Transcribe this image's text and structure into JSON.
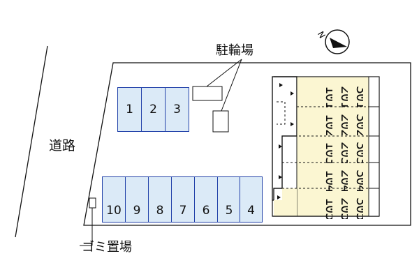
{
  "labels": {
    "road": "道路",
    "bicycle_parking": "駐輪場",
    "garbage_area": "ゴミ置場"
  },
  "parking": {
    "top_row": [
      "1",
      "2",
      "3"
    ],
    "bottom_row": [
      "10",
      "9",
      "8",
      "7",
      "6",
      "5",
      "4"
    ]
  },
  "building": {
    "columns": [
      [
        "301",
        "302",
        "303",
        "304",
        "305"
      ],
      [
        "201",
        "202",
        "203",
        "204",
        "205"
      ],
      [
        "101",
        "102",
        "103",
        "104",
        "105"
      ]
    ]
  },
  "colors": {
    "slot_fill": "#dbeaf7",
    "slot_border": "#1f3fa8",
    "building_fill": "#fbf6d2",
    "lines": "#111111"
  },
  "icons": [
    "compass-north-icon",
    "entrance-arrow-icon"
  ]
}
